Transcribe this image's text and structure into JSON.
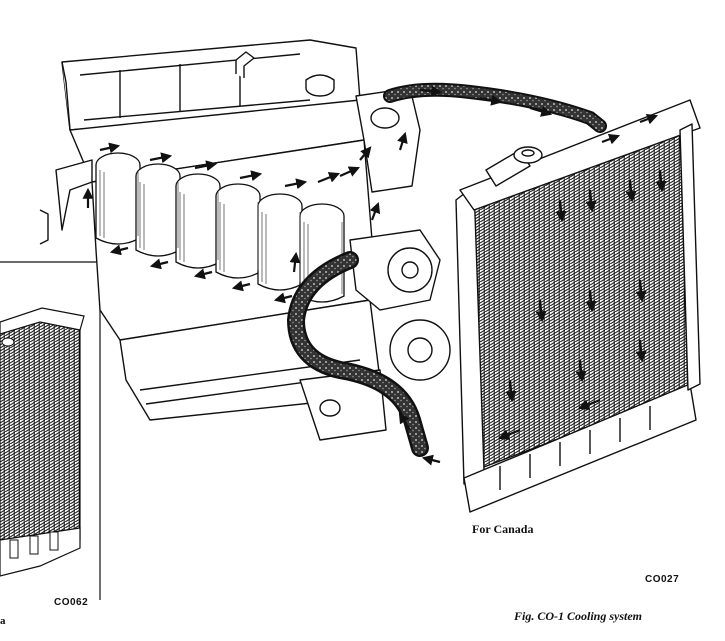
{
  "labels": {
    "for_canada": "For Canada",
    "main_code": "CO027",
    "inset_code": "CO062",
    "inset_tail": "a",
    "figure_caption": "Fig. CO-1  Cooling system"
  },
  "colors": {
    "ink": "#111111",
    "paper": "#ffffff",
    "hose": "#2a2a2a"
  }
}
